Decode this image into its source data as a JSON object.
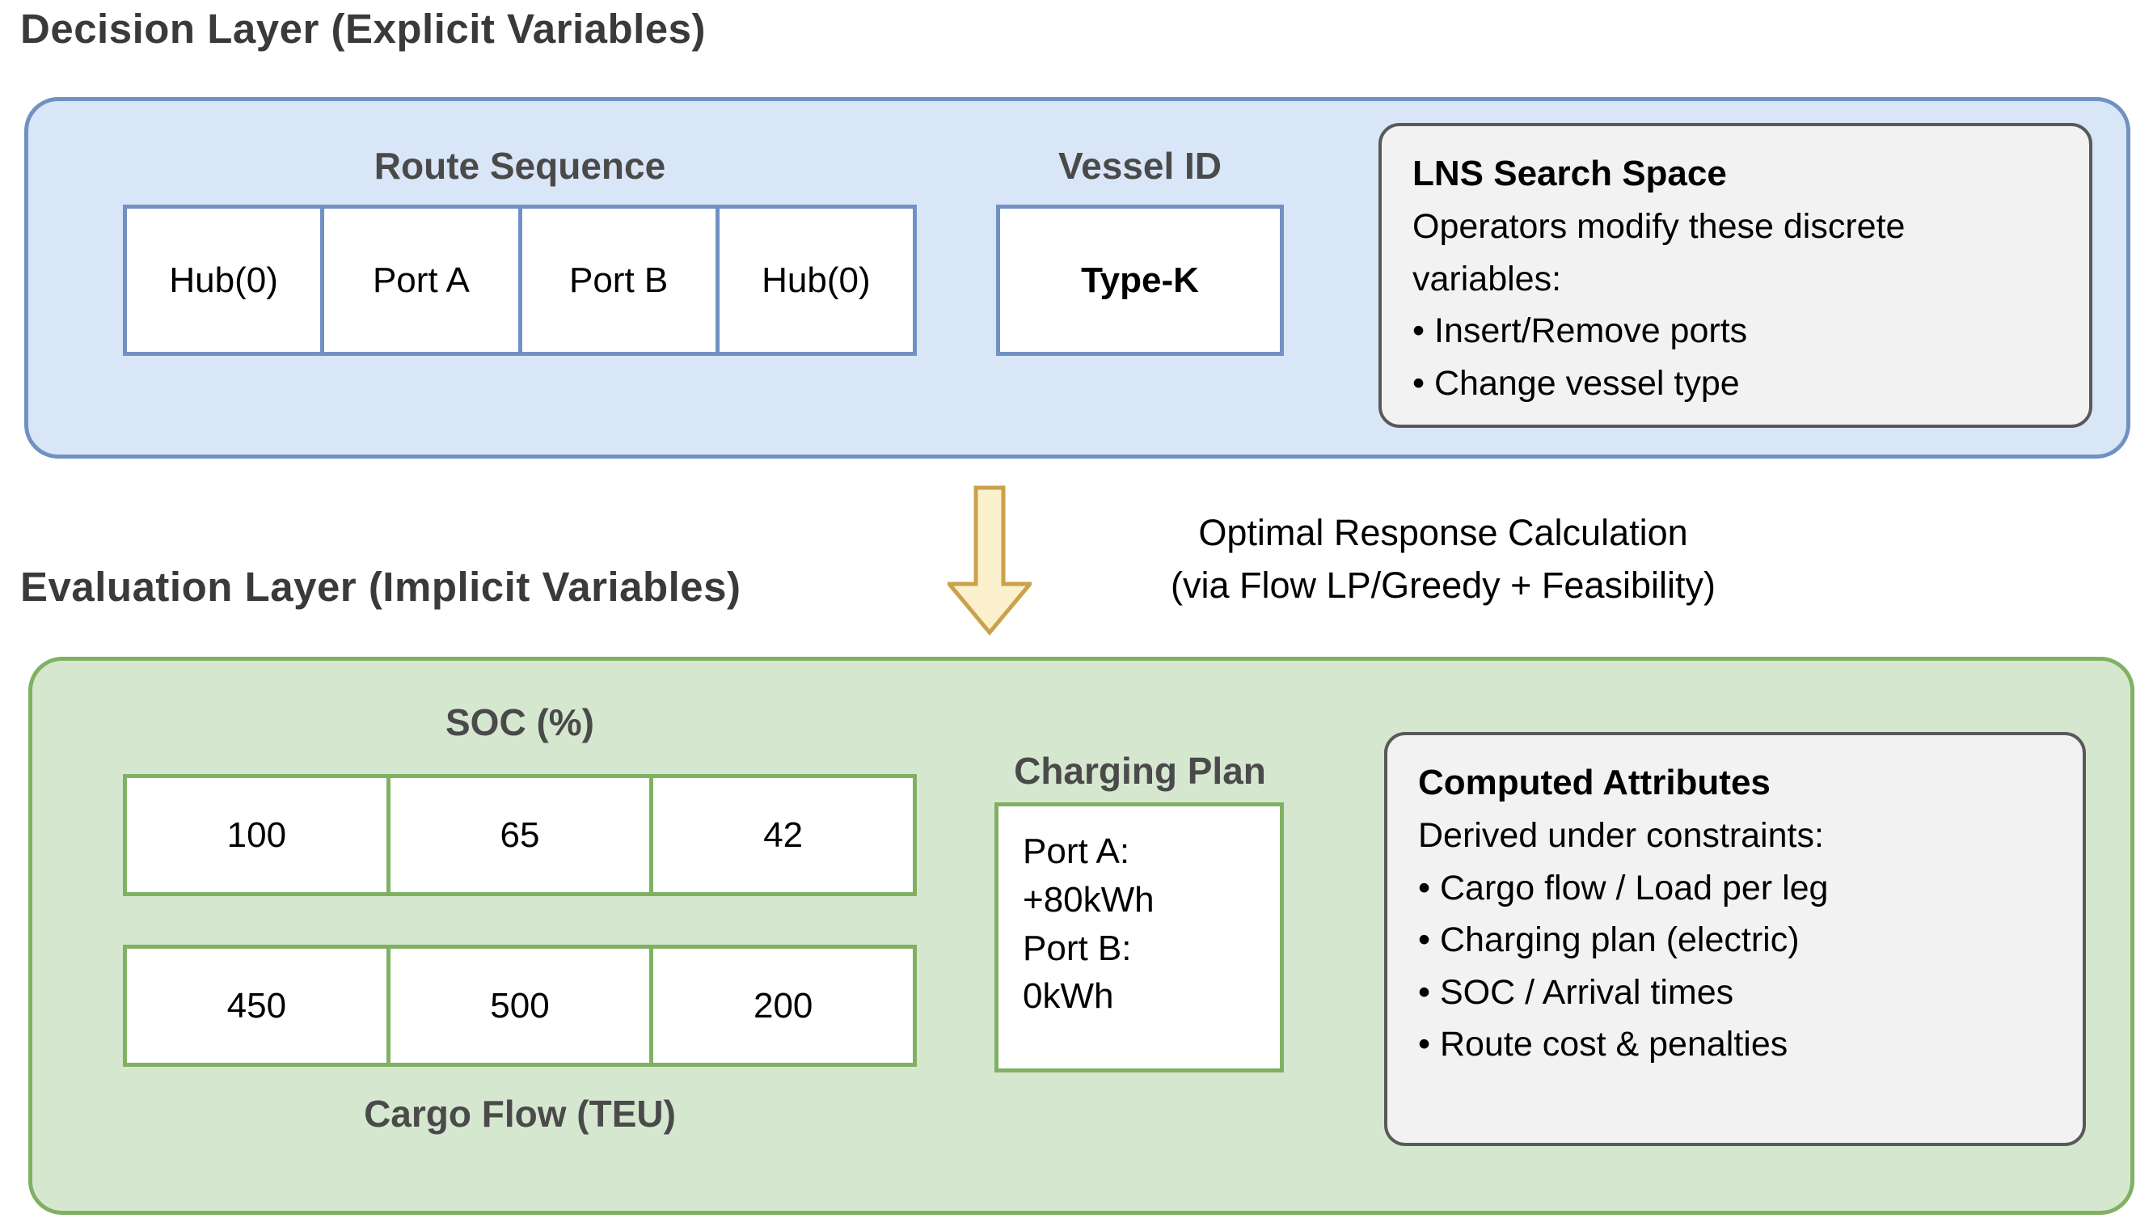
{
  "decision": {
    "title": "Decision Layer (Explicit Variables)",
    "route": {
      "label": "Route Sequence",
      "cells": [
        "Hub(0)",
        "Port A",
        "Port B",
        "Hub(0)"
      ]
    },
    "vessel": {
      "label": "Vessel ID",
      "value": "Type-K"
    },
    "lns": {
      "title": "LNS Search Space",
      "subtitle": "Operators modify these discrete variables:",
      "bullets": [
        "• Insert/Remove ports",
        "• Change vessel type"
      ]
    }
  },
  "transition": {
    "arrow_icon": "down-arrow",
    "caption_line1": "Optimal Response Calculation",
    "caption_line2": "(via Flow LP/Greedy + Feasibility)"
  },
  "evaluation": {
    "title": "Evaluation Layer (Implicit Variables)",
    "soc": {
      "label": "SOC (%)",
      "cells": [
        "100",
        "65",
        "42"
      ]
    },
    "cargo": {
      "label": "Cargo Flow (TEU)",
      "cells": [
        "450",
        "500",
        "200"
      ]
    },
    "charging": {
      "label": "Charging Plan",
      "lines": [
        "Port A:",
        "+80kWh",
        "Port B:",
        "0kWh"
      ]
    },
    "computed": {
      "title": "Computed Attributes",
      "subtitle": "Derived under constraints:",
      "bullets": [
        "• Cargo flow / Load per leg",
        "• Charging plan (electric)",
        "• SOC / Arrival times",
        "• Route cost & penalties"
      ]
    }
  },
  "colors": {
    "decision_fill": "#d9e6f7",
    "decision_border": "#7191c3",
    "evaluation_fill": "#d6e7d0",
    "evaluation_border": "#80b163",
    "note_fill": "#f2f2f3",
    "note_border": "#595959",
    "arrow_fill": "#fbf0cc",
    "arrow_border": "#c9a24b",
    "header_text": "#4a4a4a",
    "title_text": "#3a3a3a"
  }
}
